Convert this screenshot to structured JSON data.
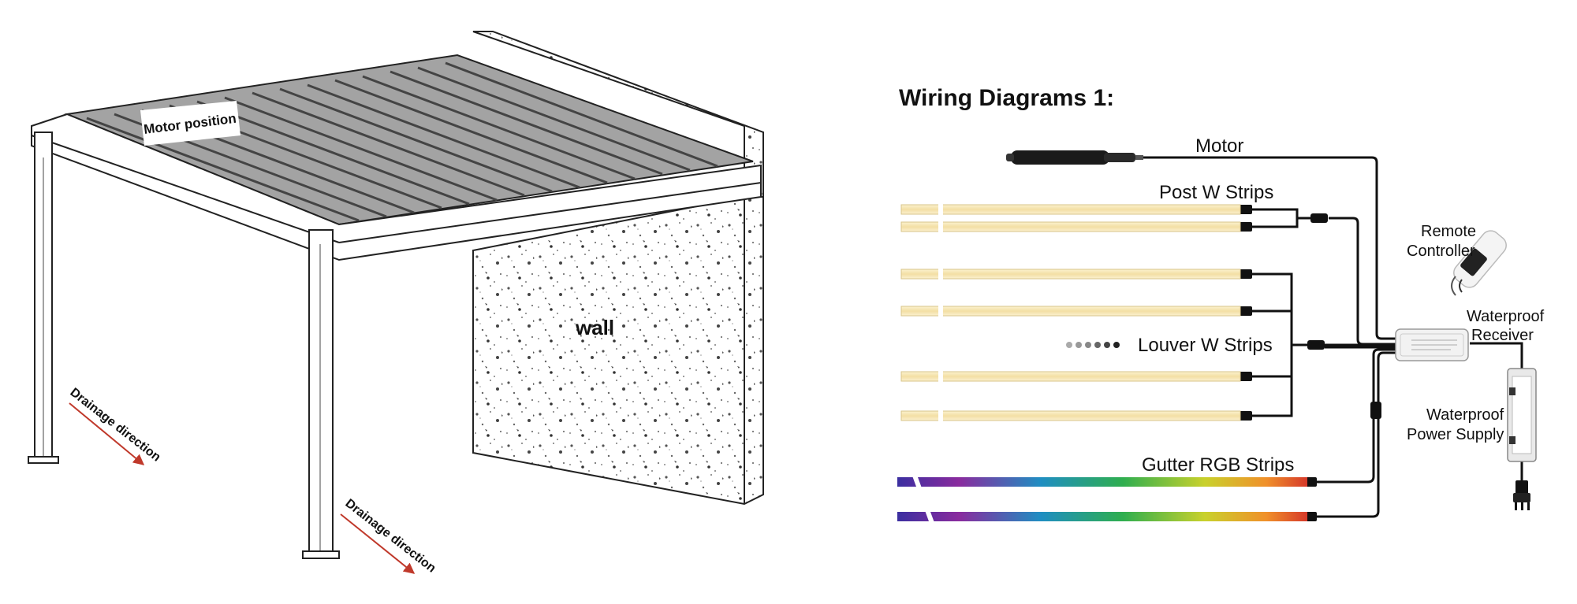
{
  "pergola": {
    "motor_label": "Motor position",
    "wall_label": "wall",
    "drainage_label": "Drainage direction"
  },
  "wiring": {
    "title": "Wiring Diagrams 1:",
    "motor": "Motor",
    "post_strips": "Post W Strips",
    "louver_strips": "Louver W Strips",
    "gutter_strips": "Gutter RGB Strips",
    "remote_line1": "Remote",
    "remote_line2": "Controller",
    "receiver_line1": "Waterproof",
    "receiver_line2": "Receiver",
    "psu_line1": "Waterproof",
    "psu_line2": "Power Supply"
  },
  "colors": {
    "strip_fill": "#f6e7b8",
    "line": "#111111",
    "drain_arrow": "#c0392b"
  }
}
